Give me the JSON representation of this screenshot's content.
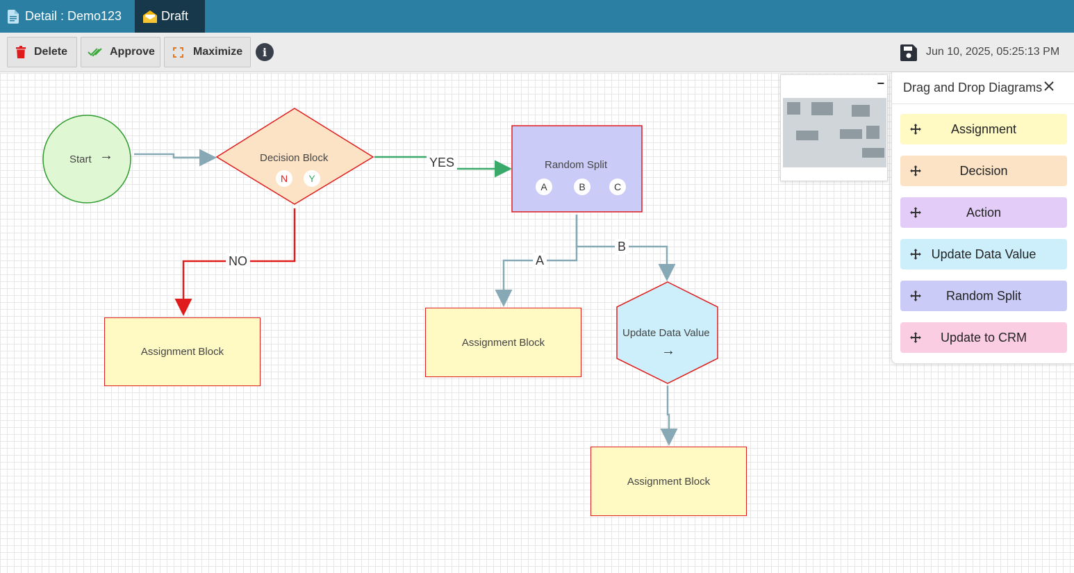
{
  "header": {
    "detail_title": "Detail : Demo123",
    "status_tab": "Draft"
  },
  "toolbar": {
    "delete_label": "Delete",
    "approve_label": "Approve",
    "maximize_label": "Maximize",
    "info_label": "i",
    "timestamp": "Jun 10, 2025, 05:25:13 PM"
  },
  "colors": {
    "header_bg": "#2a7fa3",
    "active_tab_bg": "#17384a",
    "node_border": "#e01b1b",
    "edge_gray": "#87a9b5",
    "edge_yes": "#3aaa6a",
    "edge_no": "#e01b1b"
  },
  "diagram": {
    "start": {
      "label": "Start",
      "arrow": "→"
    },
    "decision": {
      "label": "Decision Block",
      "port_n": "N",
      "port_y": "Y"
    },
    "random_split": {
      "label": "Random Split",
      "port_a": "A",
      "port_b": "B",
      "port_c": "C"
    },
    "update_data": {
      "label": "Update Data Value",
      "arrow": "→"
    },
    "assignment_left": {
      "label": "Assignment Block"
    },
    "assignment_mid": {
      "label": "Assignment Block"
    },
    "assignment_bottom": {
      "label": "Assignment Block"
    },
    "edge_labels": {
      "yes": "YES",
      "no": "NO",
      "a": "A",
      "b": "B"
    }
  },
  "minimap": {
    "minimize_label": "−"
  },
  "panel": {
    "title": "Drag and Drop Diagrams",
    "items": [
      {
        "label": "Assignment",
        "color": "#fff9c4"
      },
      {
        "label": "Decision",
        "color": "#fde3c5"
      },
      {
        "label": "Action",
        "color": "#e3cdf8"
      },
      {
        "label": "Update Data Value",
        "color": "#cdeffb"
      },
      {
        "label": "Random Split",
        "color": "#cacbf7"
      },
      {
        "label": "Update to CRM",
        "color": "#fbcde3"
      }
    ]
  }
}
